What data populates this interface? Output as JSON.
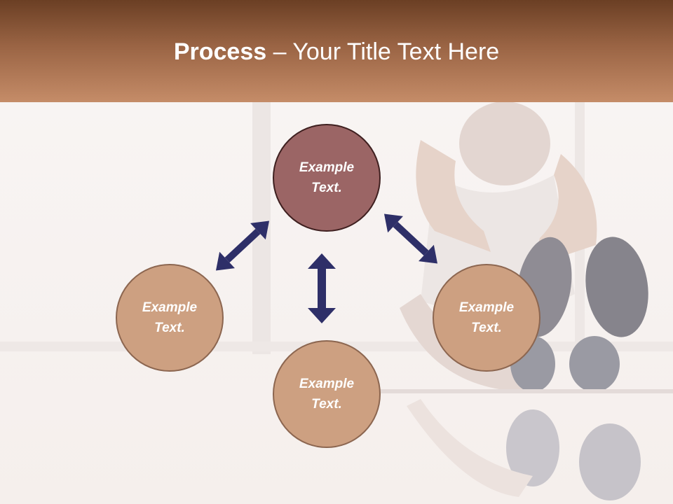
{
  "slide": {
    "title_strong": "Process",
    "title_rest": " – Your Title Text Here"
  },
  "diagram": {
    "nodes": [
      {
        "id": "center-top",
        "label": "Example Text."
      },
      {
        "id": "left",
        "label": "Example Text."
      },
      {
        "id": "bottom",
        "label": "Example Text."
      },
      {
        "id": "right",
        "label": "Example Text."
      }
    ],
    "colors": {
      "header_dark": "#6b3f24",
      "header_light": "#c58c68",
      "top_node": "#9b6565",
      "other_nodes": "#cda081",
      "arrows": "#2e2f68"
    }
  }
}
